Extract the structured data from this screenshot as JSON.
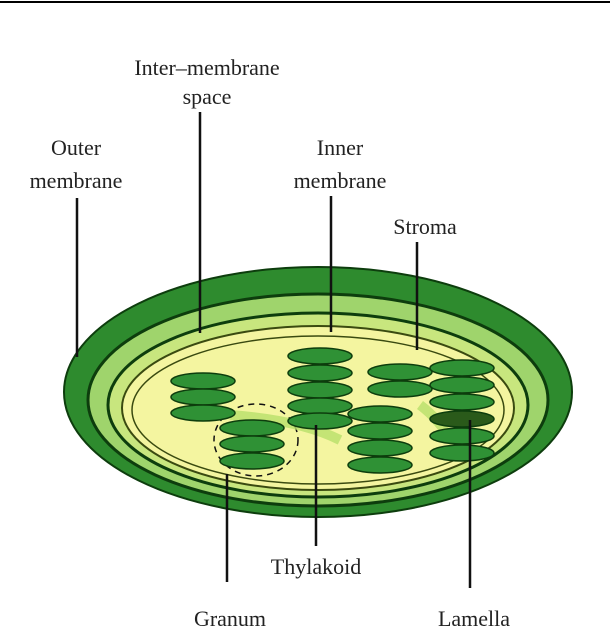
{
  "title": "Chloroplast structure",
  "labels": {
    "intermembrane_1": "Inter–membrane",
    "intermembrane_2": "space",
    "outer_1": "Outer",
    "outer_2": "membrane",
    "inner_1": "Inner",
    "inner_2": "membrane",
    "stroma": "Stroma",
    "thylakoid": "Thylakoid",
    "granum": "Granum",
    "lamella": "Lamella"
  },
  "colors": {
    "outer": "#2e8b2e",
    "intermembrane": "#9fd46c",
    "stroma": "#f4f5a0",
    "thylakoid": "#2f9135",
    "outline": "#0d3d0d"
  }
}
